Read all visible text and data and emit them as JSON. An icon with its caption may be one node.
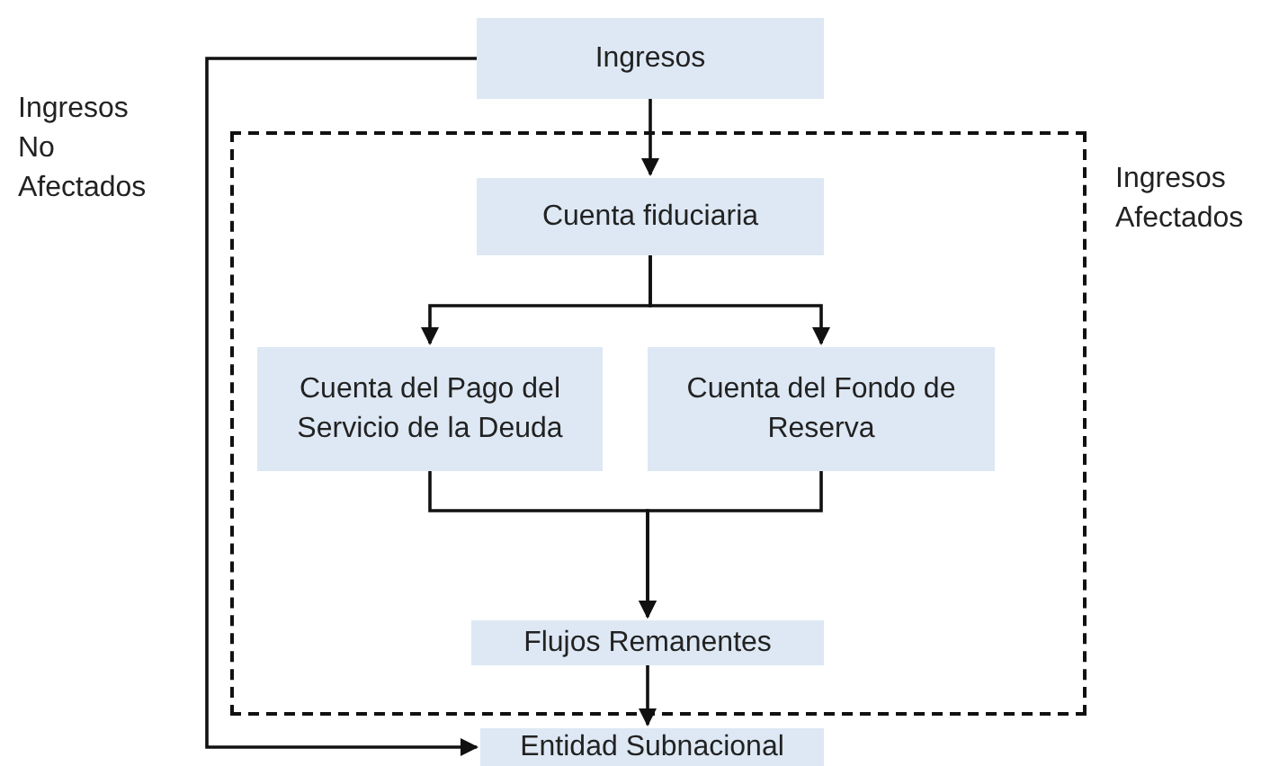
{
  "diagram": {
    "nodes": [
      {
        "text": [
          "Ingresos"
        ]
      },
      {
        "text": [
          "Ingresos Afectados"
        ]
      },
      {
        "text": [
          "Cuenta fiduciaria"
        ],
        "in": 1
      },
      {
        "text": [
          "Cuenta del Pago del Servicio de la Deuda"
        ],
        "in": 1
      },
      {
        "text": [
          "Cuenta del Fondo de Reserva"
        ],
        "in": 1
      },
      {
        "text": [
          "Flujos Remanentes"
        ],
        "in": 1
      },
      {
        "text": [
          "Entidad Subnacional"
        ]
      }
    ],
    "edges": [
      {
        "from": 0,
        "to": 2,
        "arrow": "to"
      },
      {
        "from": 2,
        "to": 3,
        "arrow": "to"
      },
      {
        "from": 2,
        "to": 4,
        "arrow": "to"
      },
      {
        "from": 3,
        "to": 5,
        "arrow": "to"
      },
      {
        "from": 4,
        "to": 5,
        "arrow": "to"
      },
      {
        "from": 5,
        "to": 6,
        "arrow": "to"
      },
      {
        "from": 0,
        "to": 6,
        "arrow": "to"
      }
    ],
    "labels": [
      "Ingresos No Afectados"
    ]
  }
}
